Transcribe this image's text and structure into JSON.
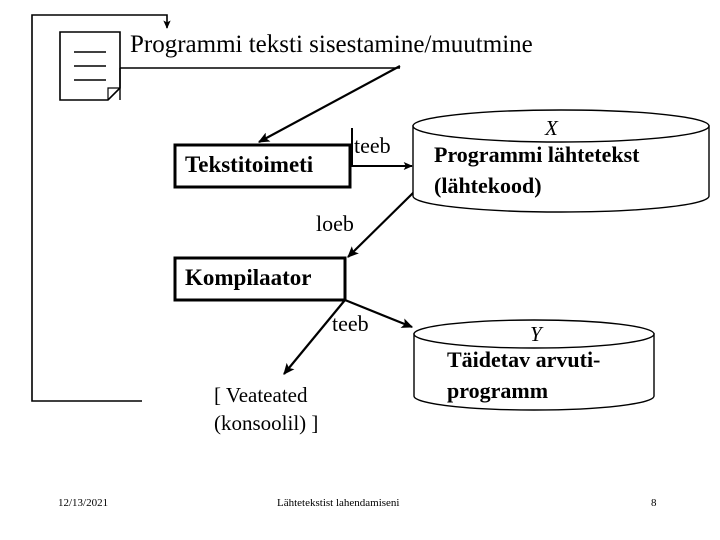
{
  "slide": {
    "title": "Programmi teksti sisestamine/muutmine",
    "document_icon": "document-icon"
  },
  "nodes": {
    "editor": {
      "label": "Tekstitoimeti",
      "shape": "process-box"
    },
    "compiler": {
      "label": "Kompilaator",
      "shape": "process-box"
    },
    "source_store": {
      "marker": "X",
      "line1": "Programmi lähtetekst",
      "line2": "(lähtekood)",
      "shape": "cylinder"
    },
    "executable_store": {
      "marker": "Y",
      "line1": "Täidetav arvuti-",
      "line2": "programm",
      "shape": "cylinder"
    },
    "errors_note": {
      "line1": "[ Veateated",
      "line2": "(konsoolil) ]"
    }
  },
  "edges": [
    {
      "label": "teeb",
      "from": "editor",
      "to": "source_store"
    },
    {
      "label": "loeb",
      "from": "source_store",
      "to": "compiler"
    },
    {
      "label": "teeb",
      "from": "compiler",
      "to": "executable_store"
    }
  ],
  "edge_labels": {
    "editor_to_source": "teeb",
    "source_to_compiler": "loeb",
    "compiler_to_exec": "teeb"
  },
  "footer": {
    "date": "12/13/2021",
    "title": "Lähtetekstist lahendamiseni",
    "page": "8"
  },
  "colors": {
    "ink": "#000000",
    "background": "#ffffff"
  }
}
